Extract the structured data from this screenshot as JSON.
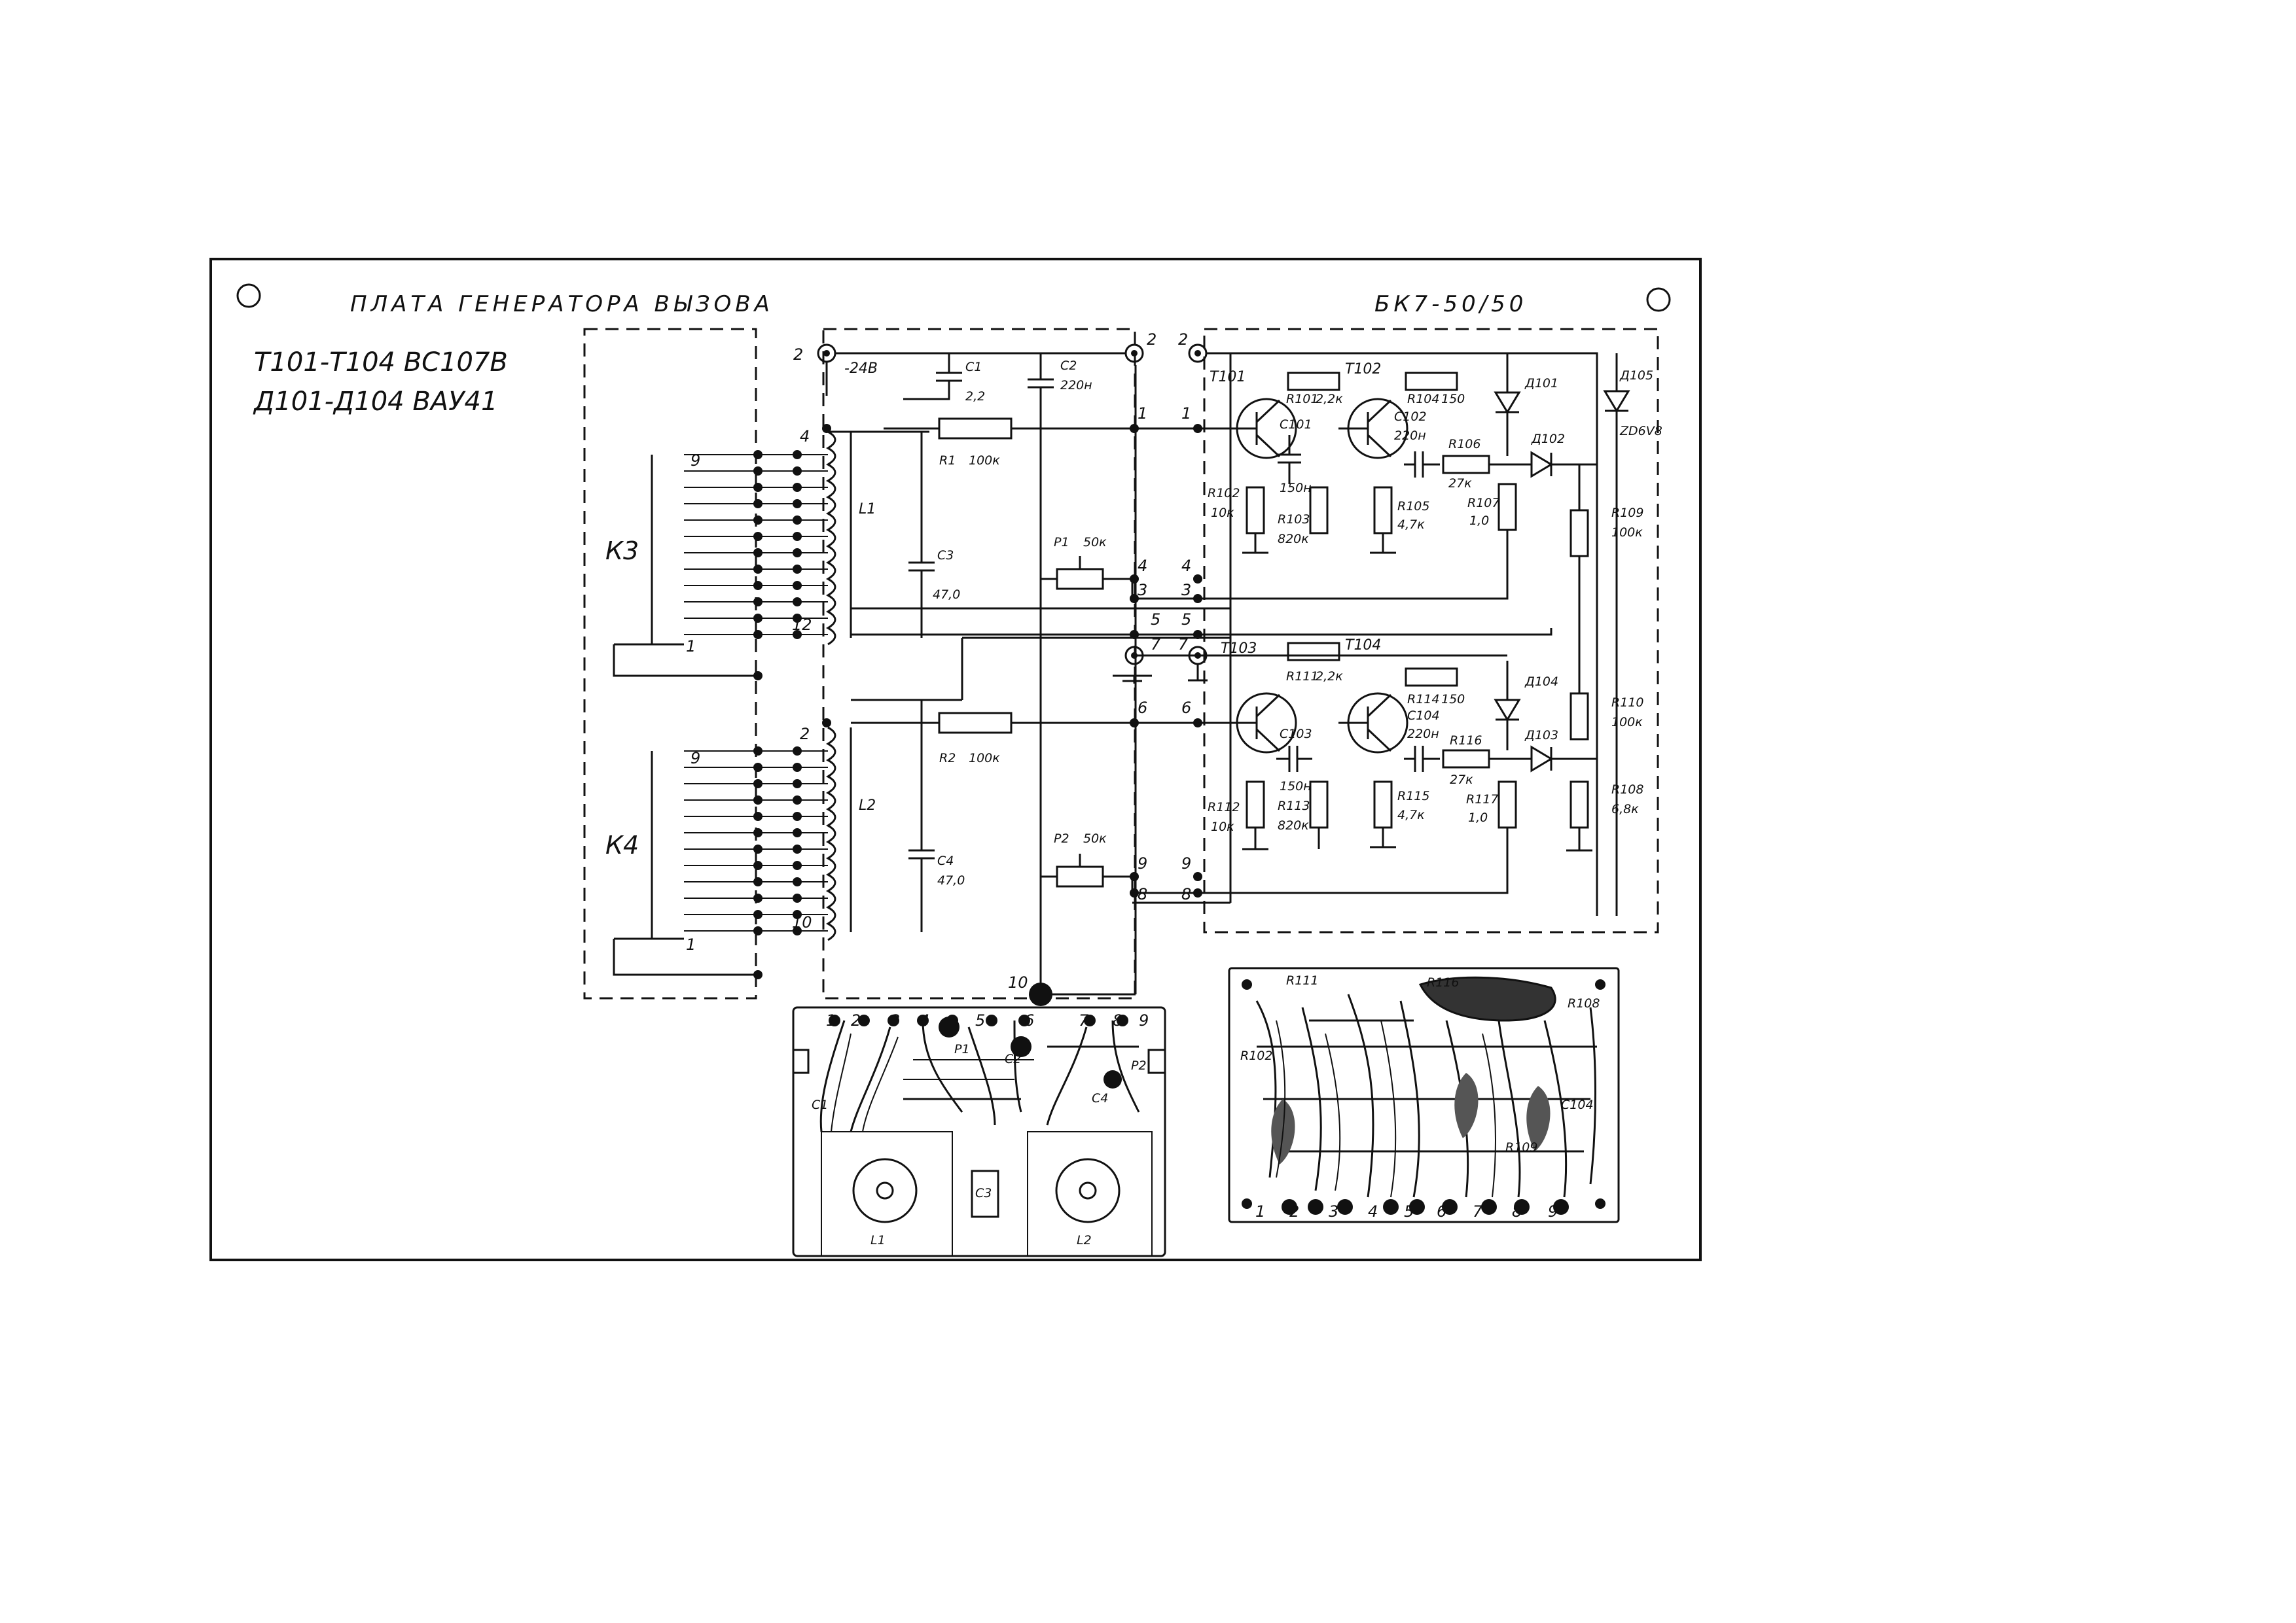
{
  "title": "ПЛАТА ГЕНЕРАТОРА ВЫЗОВА",
  "module": "БК7-50/50",
  "notes": [
    "Т101-Т104 ВС107В",
    "Д101-Д104 ВАУ41"
  ],
  "relays": [
    "К3",
    "К4"
  ],
  "coils": [
    "L1",
    "L2"
  ],
  "supply": "-24В",
  "components": {
    "C1": {
      "label": "C1",
      "value": "2,2"
    },
    "C2": {
      "label": "C2",
      "value": "220н"
    },
    "C3": {
      "label": "C3",
      "value": "47,0"
    },
    "C4": {
      "label": "C4",
      "value": "47,0"
    },
    "R1": {
      "label": "R1",
      "value": "100к"
    },
    "R2": {
      "label": "R2",
      "value": "100к"
    },
    "P1": {
      "label": "P1",
      "value": "50к"
    },
    "P2": {
      "label": "P2",
      "value": "50к"
    },
    "T101": {
      "label": "T101"
    },
    "T102": {
      "label": "T102"
    },
    "T103": {
      "label": "T103"
    },
    "T104": {
      "label": "T104"
    },
    "R101": {
      "label": "R101",
      "value": "2,2к"
    },
    "R102": {
      "label": "R102",
      "value": "10к"
    },
    "R103": {
      "label": "R103",
      "value": "820к"
    },
    "R104": {
      "label": "R104",
      "value": "150"
    },
    "R105": {
      "label": "R105",
      "value": "4,7к"
    },
    "R106": {
      "label": "R106",
      "value": "27к"
    },
    "R107": {
      "label": "R107",
      "value": "1,0"
    },
    "R108": {
      "label": "R108",
      "value": "6,8к"
    },
    "R109": {
      "label": "R109",
      "value": "100к"
    },
    "R110": {
      "label": "R110",
      "value": "100к"
    },
    "R111": {
      "label": "R111",
      "value": "2,2к"
    },
    "R112": {
      "label": "R112",
      "value": "10к"
    },
    "R113": {
      "label": "R113",
      "value": "820к"
    },
    "R114": {
      "label": "R114",
      "value": "150"
    },
    "R115": {
      "label": "R115",
      "value": "4,7к"
    },
    "R116": {
      "label": "R116",
      "value": "27к"
    },
    "R117": {
      "label": "R117",
      "value": "1,0"
    },
    "C101": {
      "label": "C101",
      "value": "150н"
    },
    "C102": {
      "label": "C102",
      "value": "220н"
    },
    "C103": {
      "label": "C103",
      "value": "150н"
    },
    "C104": {
      "label": "C104",
      "value": "220н"
    },
    "D101": {
      "label": "Д101"
    },
    "D102": {
      "label": "Д102"
    },
    "D103": {
      "label": "Д103"
    },
    "D104": {
      "label": "Д104"
    },
    "D105": {
      "label": "Д105",
      "value": "ZD6V8"
    }
  },
  "pins": {
    "p1": "1",
    "p2": "2",
    "p3": "3",
    "p4": "4",
    "p5": "5",
    "p6": "6",
    "p7": "7",
    "p8": "8",
    "p9": "9",
    "p10": "10",
    "p12": "12"
  },
  "pcb_left_pins": [
    "1",
    "2",
    "3",
    "4",
    "5",
    "6",
    "7",
    "8",
    "9"
  ],
  "pcb_right_pins": [
    "1",
    "2",
    "3",
    "4",
    "5",
    "6",
    "7",
    "8",
    "9"
  ],
  "pcb_left_labels": [
    "C1",
    "C2",
    "C3",
    "C4",
    "P1",
    "P2",
    "L1",
    "L2"
  ],
  "pcb_right_labels": [
    "R111",
    "R116",
    "C104",
    "R102",
    "R108",
    "R109"
  ]
}
